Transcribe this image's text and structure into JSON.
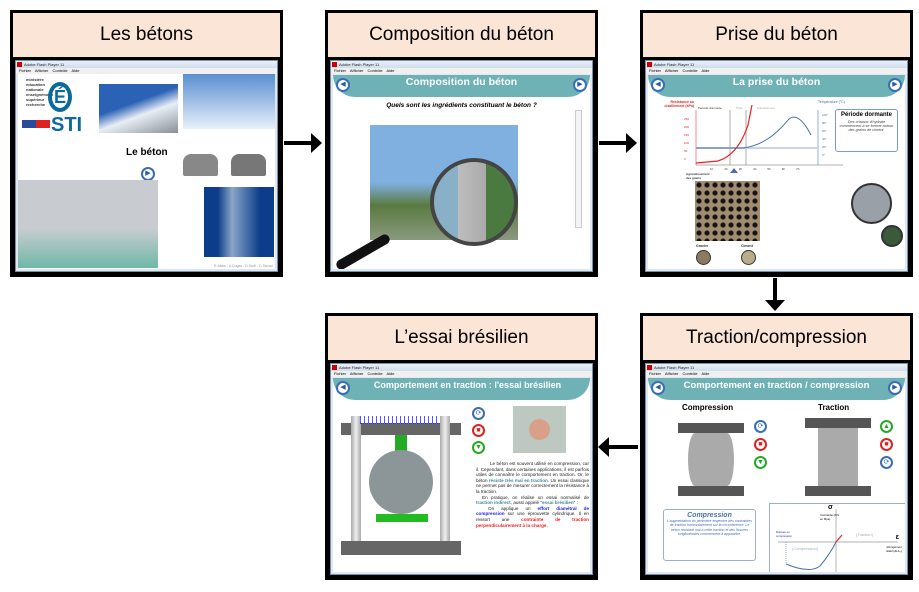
{
  "panels": [
    {
      "title": "Les bétons",
      "window_title": "Adobe Flash Player 11",
      "menu": "Fichier Afficher Contrôle Aide",
      "logo_text": "STI",
      "ministry": "ministère éducation nationale enseignement supérieur recherche",
      "heading": "Le béton",
      "credits": "R.Allais - A.Dugas - D.Noël - D.Tanoul"
    },
    {
      "title": "Composition du béton",
      "window_title": "Adobe Flash Player 11",
      "menu": "Fichier Afficher Contrôle Aide",
      "band": "Composition du béton",
      "question": "Quels sont les ingrédients constituant le béton ?"
    },
    {
      "title": "Prise du béton",
      "window_title": "Adobe Flash Player 11",
      "menu": "Fichier Afficher Contrôle Aide",
      "band": "La prise du béton",
      "y_left": "Résistance au cisaillement (kPa)",
      "y_right": "Température (°C)",
      "phases": [
        "Période dormante",
        "Prise",
        "Durcissement"
      ],
      "left_ticks": [
        "250",
        "200",
        "150",
        "100",
        "50",
        "0"
      ],
      "right_ticks": [
        "100°",
        "80°",
        "60°",
        "40°",
        "20°",
        "0°"
      ],
      "x_ticks": [
        "1h",
        "2h",
        "3h",
        "4h",
        "5h",
        "6h",
        "7h"
      ],
      "box_title": "Période dormante",
      "box_text": "Des cristaux d'hydrate commencent à se former autour des grains de ciment.",
      "grain_label": "Agrandissement des grains",
      "gravier": "Gravier",
      "ciment": "Ciment"
    },
    {
      "title": "L’essai brésilien",
      "window_title": "Adobe Flash Player 11",
      "menu": "Fichier Afficher Contrôle Aide",
      "band": "Comportement en traction : l'essai brésilien",
      "p1a": "Le béton est souvent utilisé en compression, car il. Cependant, dans certaines applications, il est parfois utiles de connaître le comportement en traction. Or, le béton ",
      "p1b": "résiste très mal en traction",
      "p1c": ". Un essai classique ne permet pas de mesurer correctement la résistance à la traction.",
      "p2a": "En pratique, on réalise un essai normalisé de ",
      "p2b": "traction indirect",
      "p2c": ", aussi appelé \"",
      "p2d": "essai brésilien",
      "p2e": "\" :",
      "p3a": "On applique un ",
      "p3b": "effort diamétral de compression",
      "p3c": " sur une éprouvette cylindrique. Il en ressort une ",
      "p3d": "contrainte de traction perpendiculairement à la charge",
      "p3e": "."
    },
    {
      "title": "Traction/compression",
      "window_title": "Adobe Flash Player 11",
      "menu": "Fichier Afficher Contrôle Aide",
      "band": "Comportement en traction / compression",
      "compression": "Compression",
      "traction": "Traction",
      "box_title": "Compression",
      "box_text": "L'augmentation du périmètre engendre des contraintes de traction horizontalement sur la circonférence. Le béton résistant mal à cette traction et des fissures longitudinales commencent à apparaître.",
      "sigma": "σ",
      "sigma_label": "Contrainte (F/S en Mpa)",
      "eps": "ε",
      "eps_label": "Allongement relatif (ΔL/L₀)",
      "rupture": "Rupture en compression",
      "g_comp": "(Compression)",
      "g_trac": "(Traction)"
    }
  ]
}
